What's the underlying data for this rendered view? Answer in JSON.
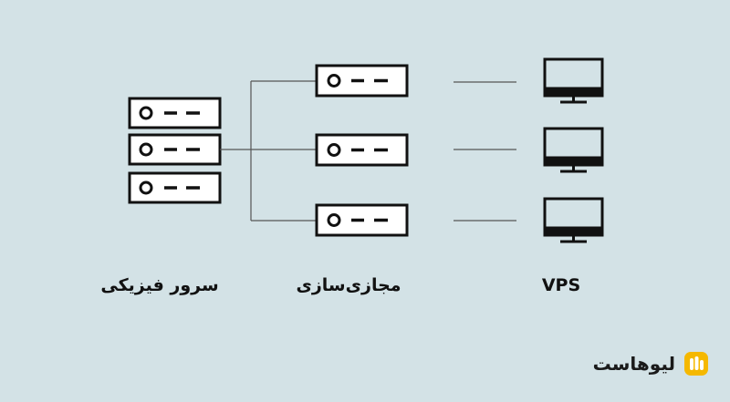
{
  "labels": {
    "physical_server": "سرور فیزیکی",
    "virtualization": "مجازی‌سازی",
    "vps": "VPS"
  },
  "logo": {
    "text": "لیوهاست",
    "mark_color": "#f5b800"
  },
  "colors": {
    "background": "#d3e2e6",
    "stroke": "#111111",
    "connector": "#555555"
  },
  "icons": {
    "physical_server": "server-stack-icon",
    "virtual_server": "server-unit-icon",
    "vps": "monitor-icon"
  }
}
